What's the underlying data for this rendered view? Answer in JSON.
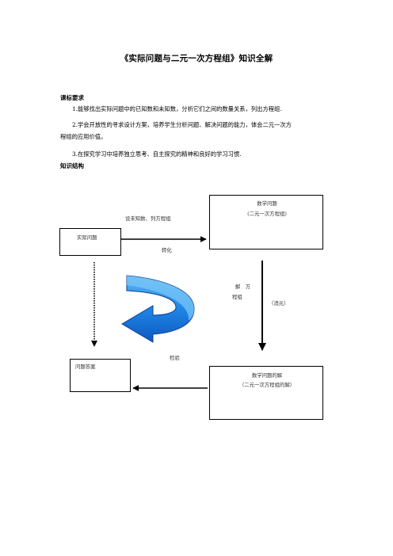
{
  "document": {
    "title": "《实际问题与二元一次方程组》知识全解",
    "section1": {
      "heading": "课标要求",
      "items": [
        "1.能够找出实际问题中的已知数和未知数，分析它们之间的数量关系，列出方程组.",
        "2.学会开放性的寻求设计方案，培养学生分析问题、解决问题的能力，体会二元一次方",
        "程组的应用价值。",
        "3.在探究学习中培养独立思考、自主探究的精神和良好的学习习惯."
      ]
    },
    "section2": {
      "heading": "知识结构"
    }
  },
  "diagram": {
    "actual_problem": "实际问题",
    "math_problem_line1": "数学问题",
    "math_problem_line2": "(二元一次方程组)",
    "problem_answer": "问题答案",
    "math_solution_line1": "数学问题的解",
    "math_solution_line2": "（二元一次方程组的解）",
    "edge_top_label": "设未知数、列方程组",
    "edge_top_sublabel": "转化",
    "edge_right_label1": "解　方",
    "edge_right_label2": "程组",
    "edge_right_label3": "（消元）",
    "edge_center_label": "检验",
    "colors": {
      "arrow_fill": "#1a6fd6",
      "arrow_band": "#2ea0f0",
      "arrow_edge": "#0d3f8f"
    }
  }
}
